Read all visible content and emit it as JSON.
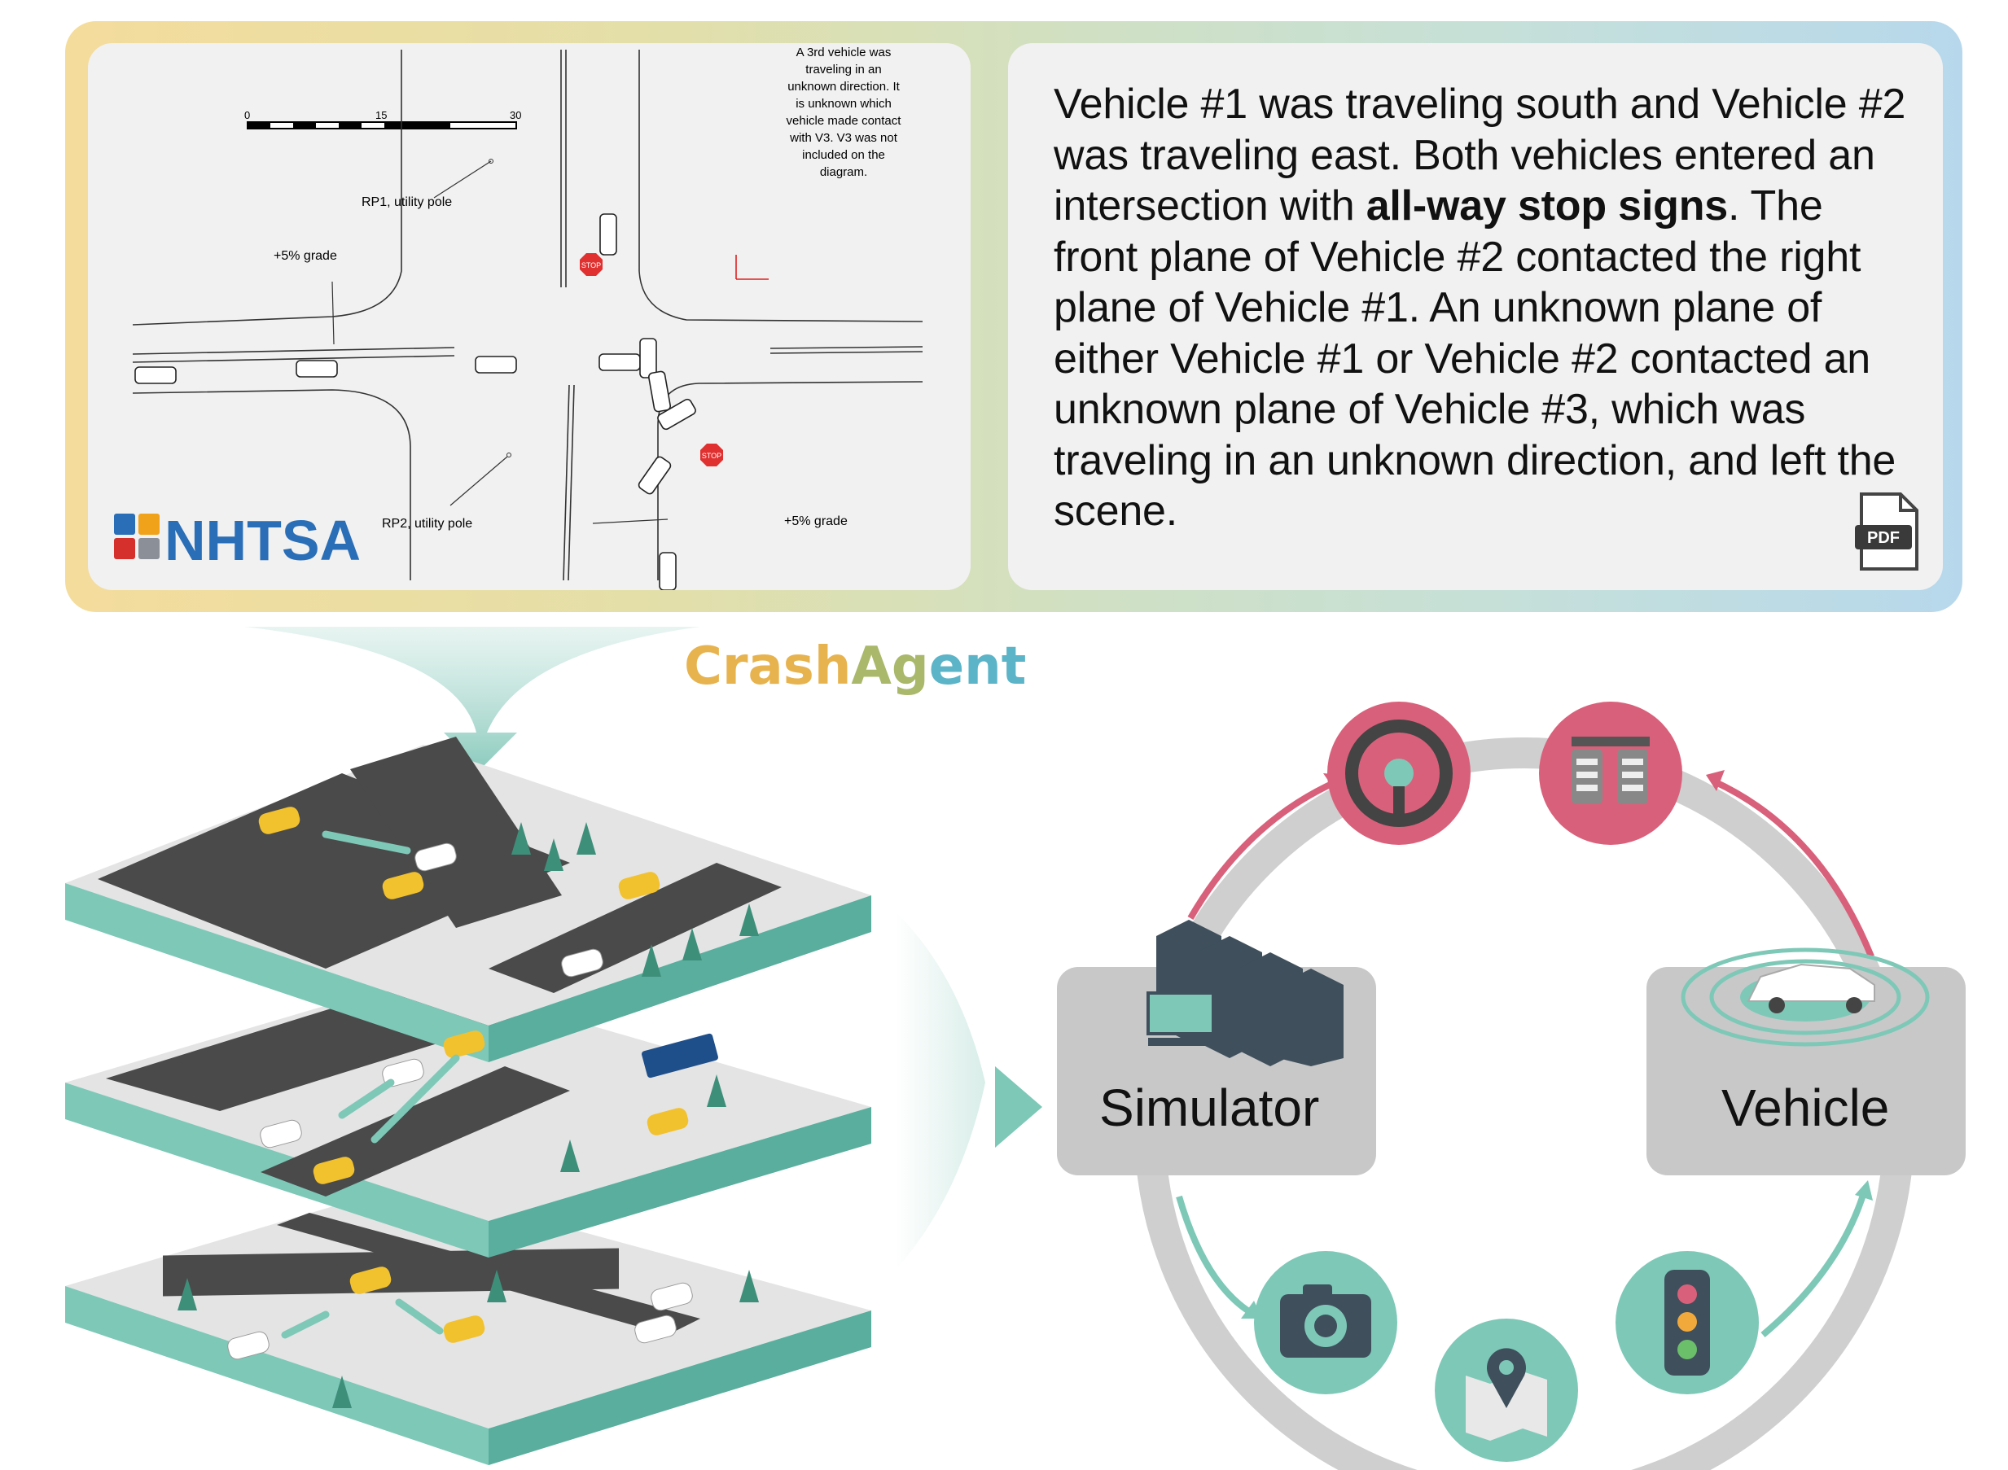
{
  "diagram": {
    "scale_labels": [
      "0",
      "15",
      "30"
    ],
    "note": [
      "A 3rd vehicle was",
      "traveling in an",
      "unknown direction.  It",
      "is unknown which",
      "vehicle made contact",
      "with V3.  V3 was not",
      "included on the",
      "diagram."
    ],
    "rp1_label": "RP1, utility pole",
    "rp2_label": "RP2, utility pole",
    "grade_label_1": "+5% grade",
    "grade_label_2": "+5% grade",
    "stop_sign_text": "STOP",
    "logo_text": "NHTSA"
  },
  "description": {
    "part1": "Vehicle #1 was traveling south and Vehicle #2 was traveling east. Both vehicles entered an intersection with ",
    "bold": "all-way stop signs",
    "part2": ". The front plane of Vehicle #2 contacted the right plane of Vehicle #1. An unknown plane of either Vehicle #1 or Vehicle #2 contacted an unknown plane of Vehicle #3, which was traveling in an unknown direction, and left the scene."
  },
  "pdf_label": "PDF",
  "title": {
    "part_a": "Crash",
    "part_b": "Ag",
    "part_c": "ent"
  },
  "simulator_label": "Simulator",
  "vehicle_label": "Vehicle",
  "colors": {
    "teal": "#7ec8b8",
    "red": "#d9607a",
    "gray_ring": "#cfcfcf",
    "box_gray": "#c8c8c9",
    "road": "#4a4a4a"
  },
  "loop_icons": [
    "steering-wheel-icon",
    "pedals-icon",
    "camera-icon",
    "map-pin-icon",
    "traffic-light-icon"
  ]
}
